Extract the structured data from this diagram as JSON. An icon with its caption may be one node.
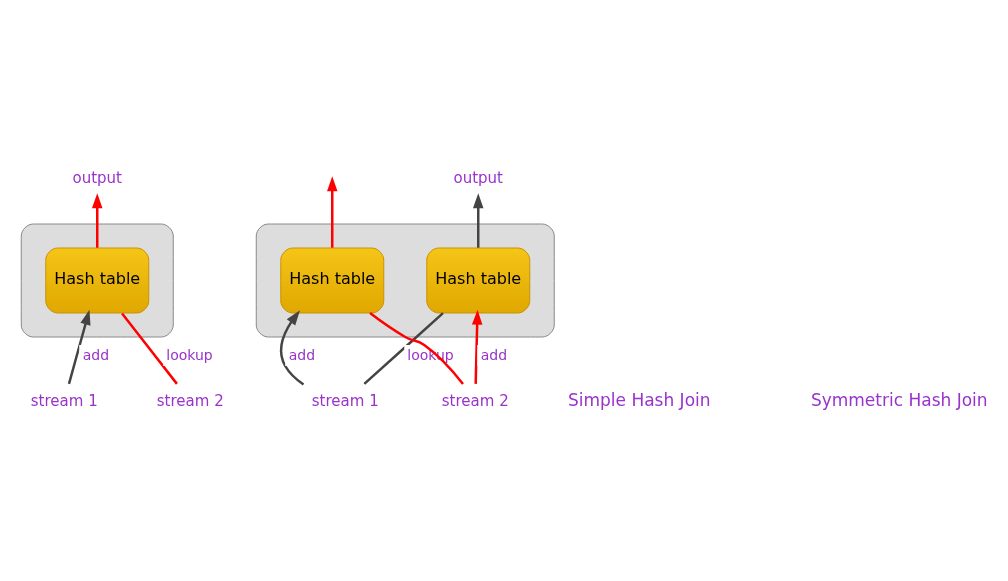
{
  "diagram": {
    "nodes": [
      {
        "text": [],
        "shape": "box"
      },
      {
        "text": [
          "Hash table"
        ],
        "in": 0
      },
      {
        "text": [
          "stream 1"
        ]
      },
      {
        "text": [
          "stream 2"
        ]
      },
      {
        "text": [
          "output"
        ]
      },
      {
        "text": [],
        "shape": "box"
      },
      {
        "text": [
          "Hash table"
        ],
        "in": 5
      },
      {
        "text": [
          "Hash table"
        ],
        "in": 5
      },
      {
        "text": [
          "stream 1"
        ]
      },
      {
        "text": [
          "stream 2"
        ]
      },
      {
        "text": [
          "output"
        ]
      }
    ],
    "edges": [
      {
        "from": 2,
        "to": 1,
        "arrow": "to",
        "label": "add",
        "color": "#444444"
      },
      {
        "from": 3,
        "to": 1,
        "arrow": "none",
        "label": "lookup"
      },
      {
        "from": 1,
        "to": 4,
        "arrow": "to"
      },
      {
        "from": 8,
        "to": 6,
        "arrow": "to",
        "label": "add",
        "color": "#444444"
      },
      {
        "from": 8,
        "to": 7,
        "arrow": "none",
        "label": "lookup",
        "color": "#444444"
      },
      {
        "from": 7,
        "to": 10,
        "arrow": "to",
        "color": "#444444"
      },
      {
        "from": 9,
        "to": 7,
        "arrow": "to",
        "label": "add"
      },
      {
        "from": 9,
        "to": 6,
        "arrow": "none"
      },
      {
        "from": 6,
        "to": null,
        "arrow": "to"
      }
    ],
    "labels": [
      "Simple Hash Join",
      "Symmetric Hash Join"
    ]
  }
}
